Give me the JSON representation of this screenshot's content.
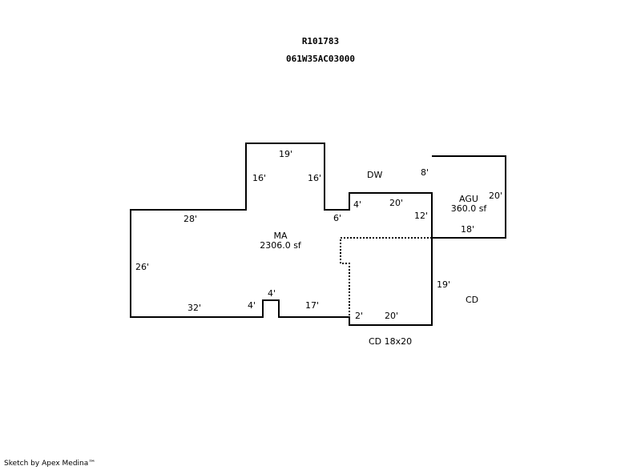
{
  "header": {
    "parcel_id": "R101783",
    "map_number": "061W35AC03000"
  },
  "areas": {
    "main": {
      "code": "MA",
      "size": "2306.0 sf"
    },
    "garage": {
      "code": "AGU",
      "size": "360.0 sf"
    },
    "driveway": {
      "code": "DW"
    },
    "deck": {
      "code": "CD",
      "caption": "CD 18x20"
    }
  },
  "dimensions": {
    "ma_top": "19'",
    "ma_bump_left": "16'",
    "ma_bump_right": "16'",
    "ma_upper_left": "28'",
    "ma_left": "26'",
    "ma_bottom_left": "32'",
    "ma_notch_left": "4'",
    "ma_notch_top": "4'",
    "ma_bottom_mid": "17'",
    "ma_step_small": "4'",
    "ma_step_drop": "6'",
    "ma_upper_right": "20'",
    "ma_right_upper": "12'",
    "garage_left": "8'",
    "garage_right": "20'",
    "garage_bottom": "18'",
    "deck_right": "19'",
    "deck_step": "2'",
    "deck_bottom": "20'"
  },
  "footer": {
    "credit": "Sketch by Apex Medina™"
  }
}
